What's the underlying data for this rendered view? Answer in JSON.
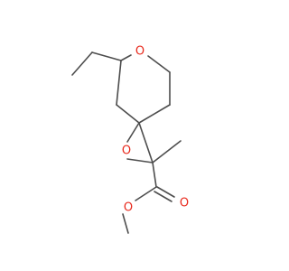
{
  "molecule": {
    "atoms": {
      "ring_oxygen": "O",
      "epoxide_oxygen": "O",
      "carbonyl_oxygen": "O",
      "ester_oxygen": "O"
    }
  },
  "colors": {
    "bond": "#4d4d4d",
    "oxygen": "#e8291c",
    "background": "#ffffff"
  }
}
